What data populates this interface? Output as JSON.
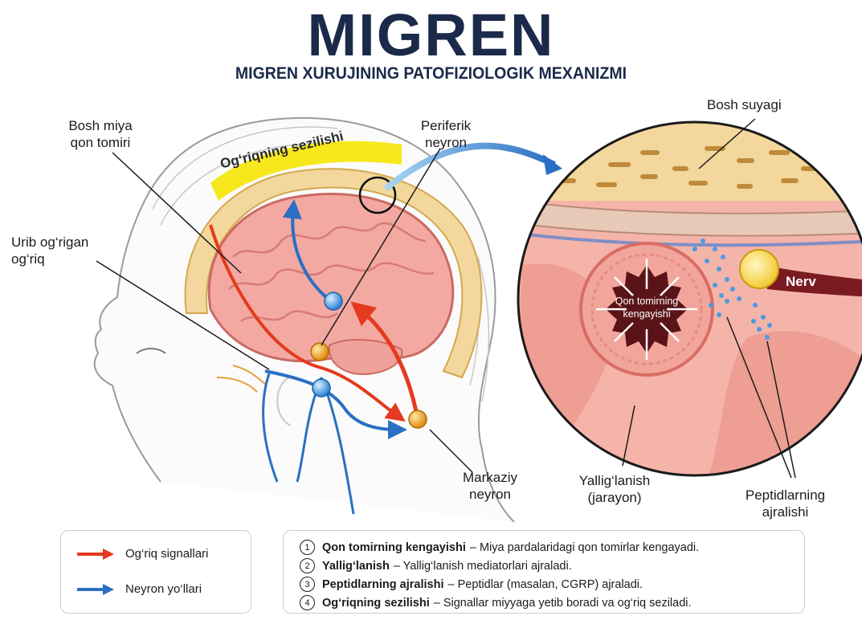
{
  "header": {
    "title": "MIGREN",
    "subtitle": "MIGREN XURUJINING PATOFIZIOLOGIK MEXANIZMI"
  },
  "labels": {
    "blood_vessel": [
      "Bosh miya",
      "qon tomiri"
    ],
    "peripheral_neuron": [
      "Periferik",
      "neyron"
    ],
    "skull": "Bosh suyagi",
    "referred_pain": [
      "Urib og‘rigan",
      "og‘riq"
    ],
    "pain_perception_band": "Og‘riqning sezilishi",
    "central_neuron": [
      "Markaziy",
      "neyron"
    ],
    "nerve": "Nerv",
    "dilation": [
      "Qon tomirning",
      "kengayishi"
    ],
    "inflammation": [
      "Yallig‘lanish",
      "(jarayon)"
    ],
    "peptide_release": [
      "Peptidlarning",
      "ajralishi"
    ]
  },
  "legend": [
    {
      "label": "Og‘riq signallari",
      "color": "#e53a1f"
    },
    {
      "label": "Neyron yo‘llari",
      "color": "#2a6fc4"
    }
  ],
  "steps": [
    {
      "num": "1",
      "term": "Qon tomirning kengayishi",
      "desc": "– Miya pardalaridagi qon tomirlar kengayadi."
    },
    {
      "num": "2",
      "term": "Yallig‘lanish",
      "desc": "– Yallig‘lanish mediatorlari ajraladi."
    },
    {
      "num": "3",
      "term": "Peptidlarning ajralishi",
      "desc": "– Peptidlar (masalan, CGRP) ajraladi."
    },
    {
      "num": "4",
      "term": "Og‘riqning sezilishi",
      "desc": "– Signallar miyyaga yetib boradi va og‘riq seziladi."
    }
  ]
}
